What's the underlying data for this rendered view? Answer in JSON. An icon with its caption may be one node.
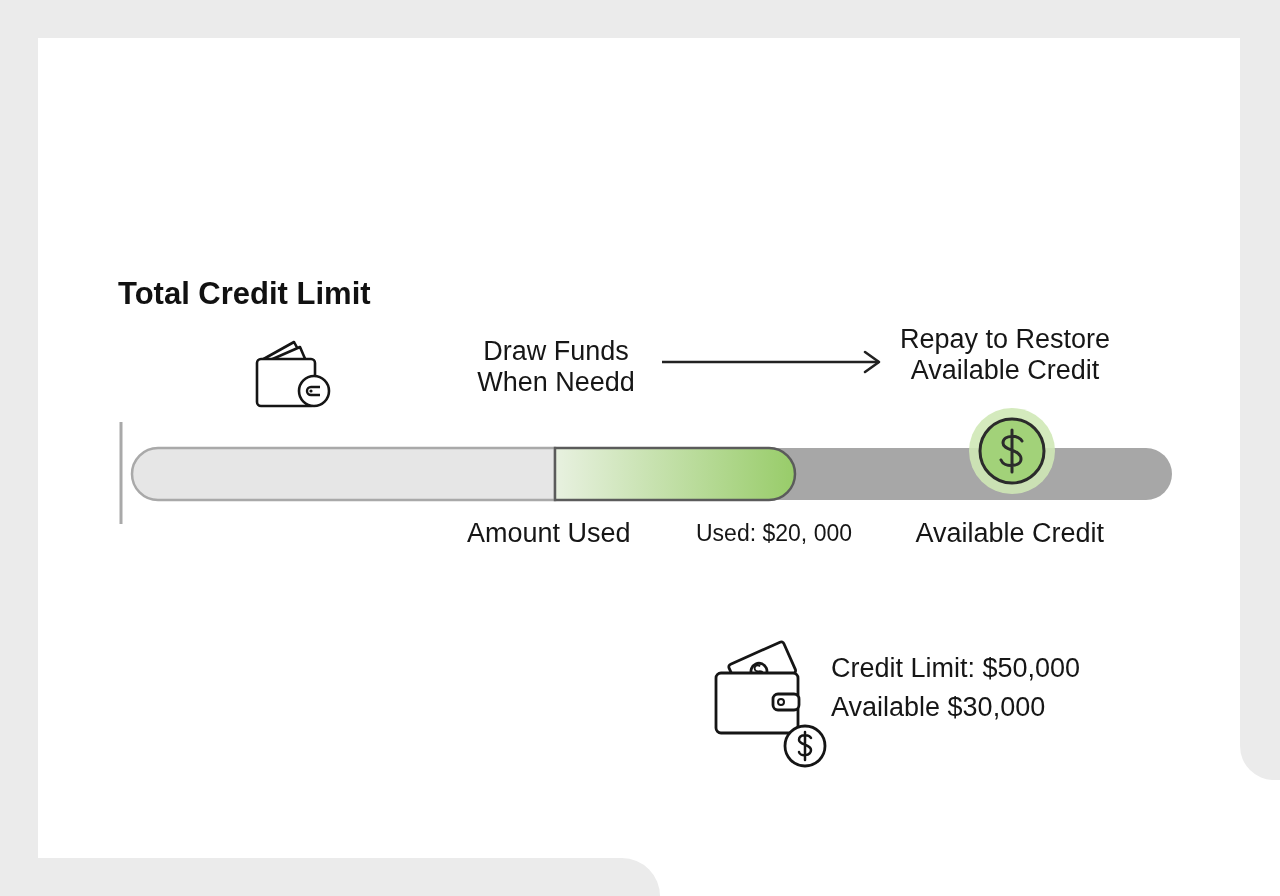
{
  "diagram": {
    "title": "Total Credit Limit",
    "nodes": [
      {
        "text": [
          "Draw Funds When Needd"
        ]
      },
      {
        "text": [
          "Repay to Restore Available Credit"
        ]
      }
    ],
    "edges": [
      {
        "from": 0,
        "to": 1,
        "arrow": "to"
      }
    ],
    "labels": [
      "Amount Used",
      "Used: $20, 000",
      "Available Credit",
      "Credit Limit: $50,000",
      "Available $30,000"
    ]
  }
}
